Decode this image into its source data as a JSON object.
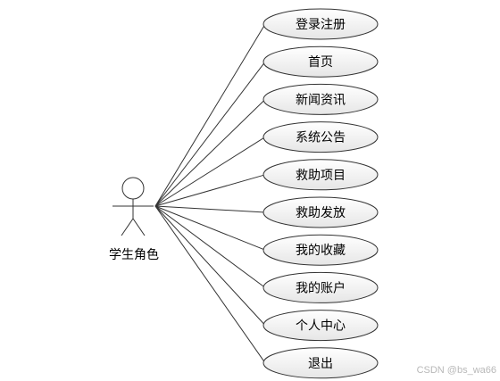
{
  "actor": {
    "label": "学生角色"
  },
  "use_cases": [
    {
      "label": "登录注册"
    },
    {
      "label": "首页"
    },
    {
      "label": "新闻资讯"
    },
    {
      "label": "系统公告"
    },
    {
      "label": "救助项目"
    },
    {
      "label": "救助发放"
    },
    {
      "label": "我的收藏"
    },
    {
      "label": "我的账户"
    },
    {
      "label": "个人中心"
    },
    {
      "label": "退出"
    }
  ],
  "watermark": "CSDN @bs_wa66",
  "colors": {
    "ellipse_fill_top": "#ffffff",
    "ellipse_fill_bottom": "#e6e6e6",
    "stroke": "#333333"
  }
}
